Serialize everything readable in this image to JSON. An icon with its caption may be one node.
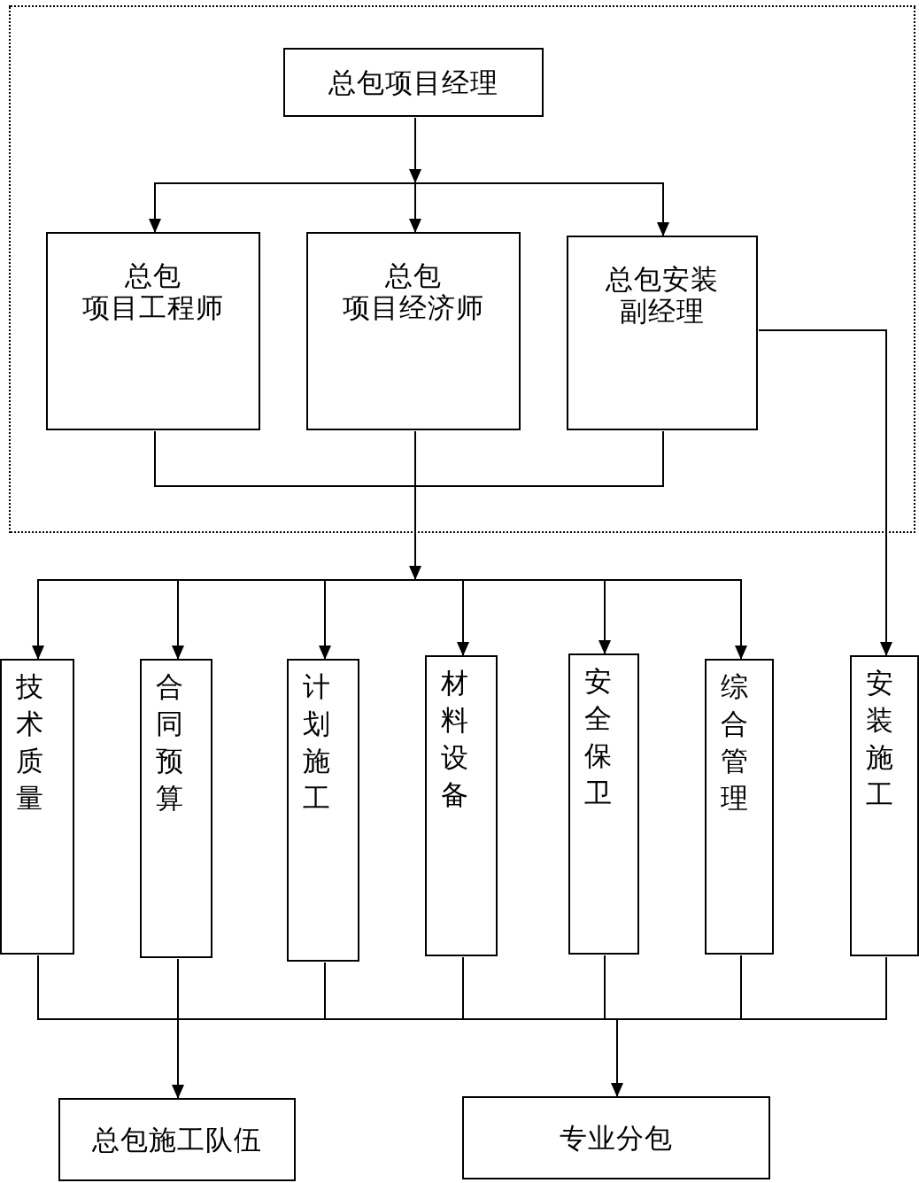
{
  "diagram": {
    "nodes": [
      {
        "text": [],
        "shape": "box"
      },
      {
        "text": [
          "总包项目经理"
        ],
        "in": 0
      },
      {
        "text": [
          "总包",
          "项目工程师"
        ],
        "in": 0
      },
      {
        "text": [
          "总包",
          "项目经济师"
        ],
        "in": 0
      },
      {
        "text": [
          "总包安装副经理"
        ],
        "in": 0
      },
      {
        "text": [
          "技术质量"
        ]
      },
      {
        "text": [
          "合同预算"
        ]
      },
      {
        "text": [
          "计划施工"
        ]
      },
      {
        "text": [
          "材料设备"
        ]
      },
      {
        "text": [
          "安全保卫"
        ]
      },
      {
        "text": [
          "综合管理"
        ]
      },
      {
        "text": [
          "安装施工"
        ]
      },
      {
        "text": [
          "总包施工队伍"
        ]
      },
      {
        "text": [
          "专业分包"
        ]
      }
    ],
    "edges": [
      {
        "from": 1,
        "to": 2,
        "arrow": "to"
      },
      {
        "from": 1,
        "to": 3,
        "arrow": "to"
      },
      {
        "from": 1,
        "to": 4,
        "arrow": "to"
      },
      {
        "from": 2,
        "to": 5,
        "arrow": "to"
      },
      {
        "from": 2,
        "to": 6,
        "arrow": "to"
      },
      {
        "from": 2,
        "to": 7,
        "arrow": "to"
      },
      {
        "from": 2,
        "to": 8,
        "arrow": "to"
      },
      {
        "from": 2,
        "to": 9,
        "arrow": "to"
      },
      {
        "from": 2,
        "to": 10,
        "arrow": "to"
      },
      {
        "from": 3,
        "to": 5,
        "arrow": "to"
      },
      {
        "from": 3,
        "to": 6,
        "arrow": "to"
      },
      {
        "from": 3,
        "to": 7,
        "arrow": "to"
      },
      {
        "from": 3,
        "to": 8,
        "arrow": "to"
      },
      {
        "from": 3,
        "to": 9,
        "arrow": "to"
      },
      {
        "from": 3,
        "to": 10,
        "arrow": "to"
      },
      {
        "from": 4,
        "to": 5,
        "arrow": "to"
      },
      {
        "from": 4,
        "to": 6,
        "arrow": "to"
      },
      {
        "from": 4,
        "to": 7,
        "arrow": "to"
      },
      {
        "from": 4,
        "to": 8,
        "arrow": "to"
      },
      {
        "from": 4,
        "to": 9,
        "arrow": "to"
      },
      {
        "from": 4,
        "to": 10,
        "arrow": "to"
      },
      {
        "from": 4,
        "to": 11,
        "arrow": "to"
      },
      {
        "from": 5,
        "to": 12,
        "arrow": "to"
      },
      {
        "from": 5,
        "to": 13,
        "arrow": "to"
      },
      {
        "from": 6,
        "to": 12,
        "arrow": "to"
      },
      {
        "from": 6,
        "to": 13,
        "arrow": "to"
      },
      {
        "from": 7,
        "to": 12,
        "arrow": "to"
      },
      {
        "from": 7,
        "to": 13,
        "arrow": "to"
      },
      {
        "from": 8,
        "to": 12,
        "arrow": "to"
      },
      {
        "from": 8,
        "to": 13,
        "arrow": "to"
      },
      {
        "from": 9,
        "to": 12,
        "arrow": "to"
      },
      {
        "from": 9,
        "to": 13,
        "arrow": "to"
      },
      {
        "from": 10,
        "to": 12,
        "arrow": "to"
      },
      {
        "from": 10,
        "to": 13,
        "arrow": "to"
      },
      {
        "from": 11,
        "to": 12,
        "arrow": "to"
      },
      {
        "from": 11,
        "to": 13,
        "arrow": "to"
      }
    ]
  }
}
